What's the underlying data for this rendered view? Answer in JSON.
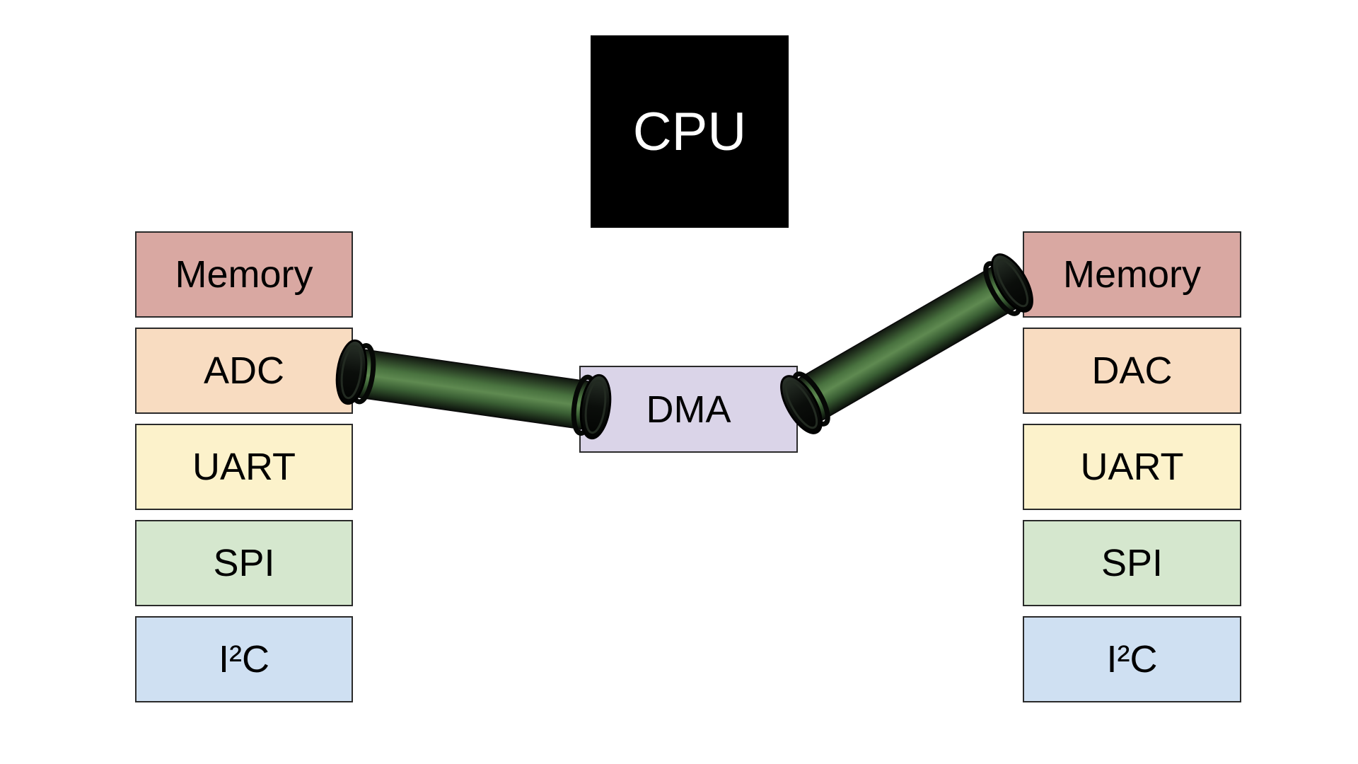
{
  "cpu": {
    "label": "CPU",
    "bg": "#000000"
  },
  "dma": {
    "label": "DMA",
    "bg": "#dad4e8"
  },
  "left_column": {
    "items": [
      {
        "label": "Memory",
        "bg": "#d9a8a2"
      },
      {
        "label": "ADC",
        "bg": "#f8dcc1"
      },
      {
        "label": "UART",
        "bg": "#fcf2cb"
      },
      {
        "label": "SPI",
        "bg": "#d5e7ce"
      },
      {
        "label": "I²C",
        "bg": "#cfe0f2"
      }
    ]
  },
  "right_column": {
    "items": [
      {
        "label": "Memory",
        "bg": "#d9a8a2"
      },
      {
        "label": "DAC",
        "bg": "#f8dcc1"
      },
      {
        "label": "UART",
        "bg": "#fcf2cb"
      },
      {
        "label": "SPI",
        "bg": "#d5e7ce"
      },
      {
        "label": "I²C",
        "bg": "#cfe0f2"
      }
    ]
  },
  "connections": [
    {
      "from": "ADC",
      "to": "DMA"
    },
    {
      "from": "DMA",
      "to": "Memory"
    }
  ],
  "colors": {
    "background": "#ffffff",
    "block_border": "#2a2a2a",
    "cpu_text": "#ffffff",
    "pipe_mid": "#5f8a51",
    "pipe_edge": "#0d120d"
  }
}
